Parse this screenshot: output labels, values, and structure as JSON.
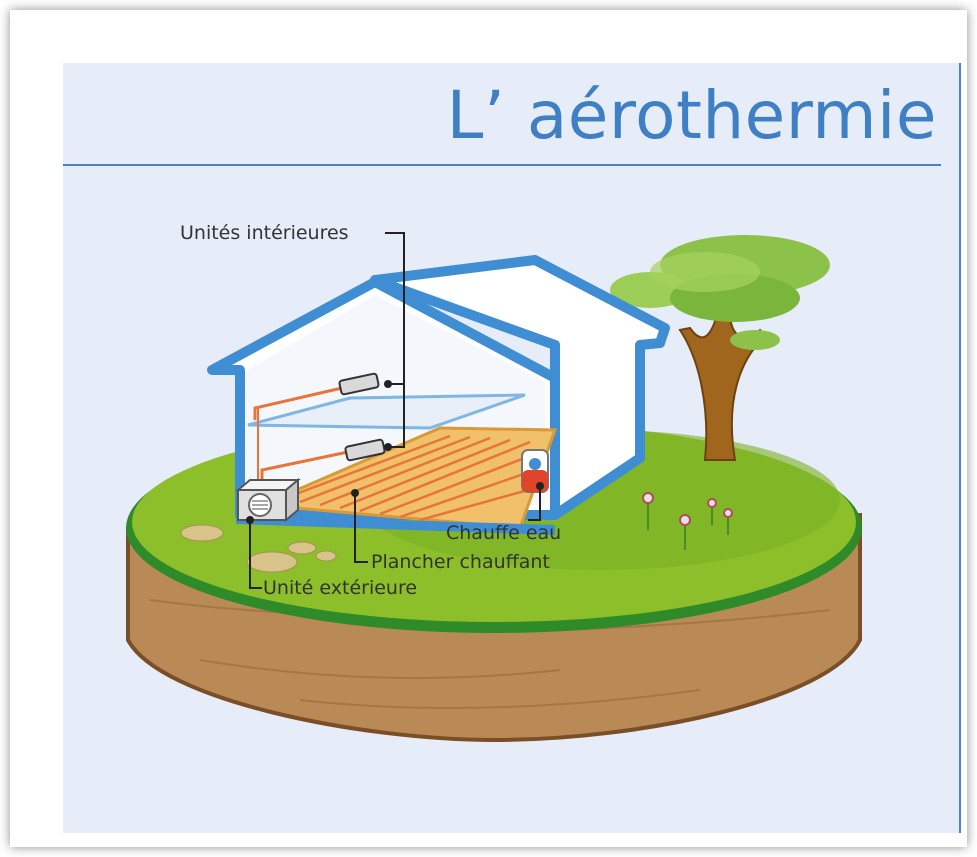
{
  "title": "L’ aérothermie",
  "labels": {
    "indoor_units": "Unités intérieures",
    "water_heater": "Chauffe eau",
    "floor_heating": "Plancher chauffant",
    "outdoor_unit": "Unité extérieure"
  },
  "colors": {
    "accent_blue": "#3f7fc3",
    "panel_bg": "#e6ecf8",
    "grass": "#8cbf2a",
    "soil": "#b98a56",
    "floor": "#f0c06a",
    "pipe": "#e8743a"
  }
}
